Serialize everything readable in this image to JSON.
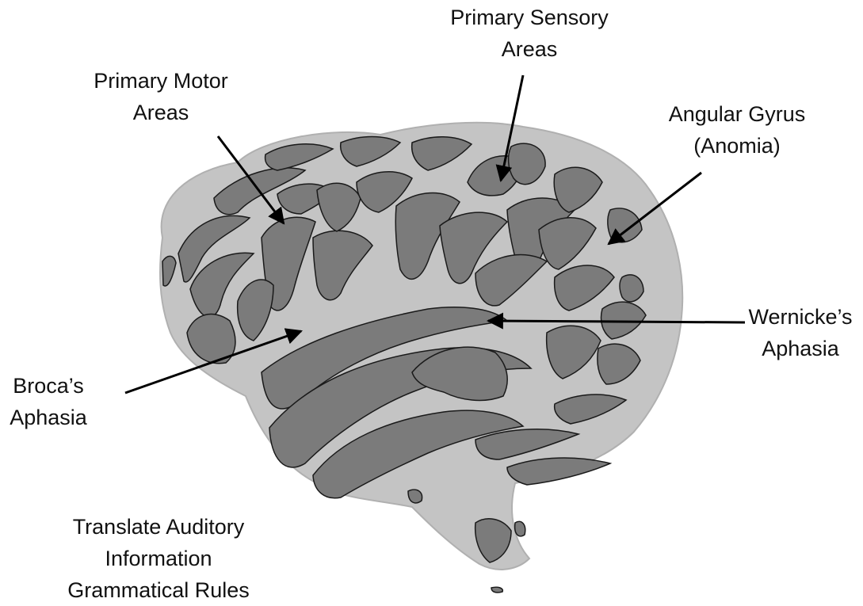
{
  "labels": {
    "primary_sensory": [
      "Primary Sensory",
      "Areas"
    ],
    "primary_motor": [
      "Primary Motor",
      "Areas"
    ],
    "angular_gyrus": [
      "Angular Gyrus",
      "(Anomia)"
    ],
    "wernicke": [
      "Wernicke’s",
      "Aphasia"
    ],
    "broca": [
      "Broca’s",
      "Aphasia"
    ],
    "caption": [
      "Translate Auditory",
      "Information",
      "Grammatical Rules"
    ]
  },
  "colors": {
    "brain_fill": "#c4c4c4",
    "gyrus_fill": "#7b7b7b",
    "outline": "#1a1a1a",
    "arrow": "#000000",
    "text": "#111111"
  }
}
